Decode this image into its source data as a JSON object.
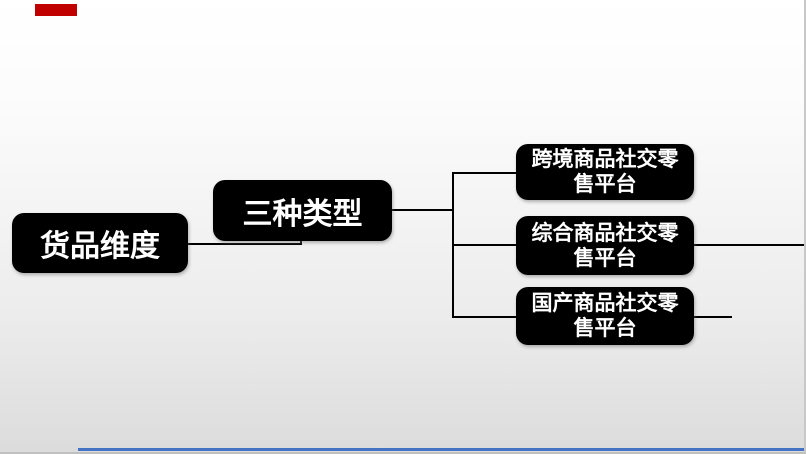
{
  "slide": {
    "background_top_color": "#ffffff",
    "background_bottom_color": "#dcdcdc"
  },
  "colors": {
    "node_bg": "#000000",
    "node_text": "#ffffff",
    "connector": "#000000"
  },
  "accents": {
    "red_tag_color": "#c00000",
    "bottom_line_color": "#4472c4"
  },
  "diagram": {
    "root": {
      "label": "货品维度"
    },
    "branch": {
      "label": "三种类型"
    },
    "leaves": [
      {
        "label": "跨境商品社交零售平台"
      },
      {
        "label": "综合商品社交零售平台"
      },
      {
        "label": "国产商品社交零售平台"
      }
    ]
  }
}
